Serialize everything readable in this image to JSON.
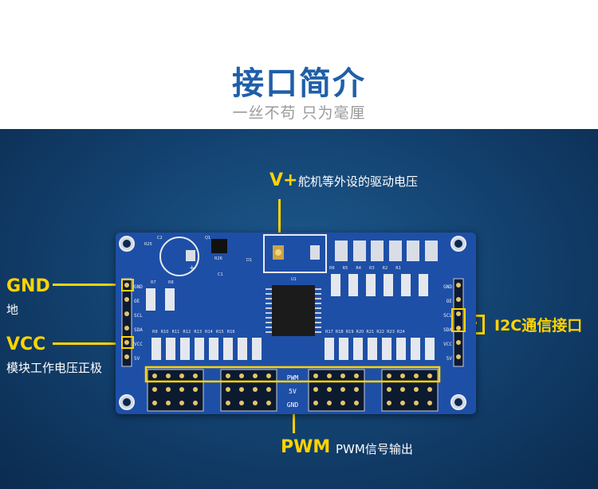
{
  "header": {
    "title": "接口简介",
    "subtitle": "一丝不苟 只为毫厘"
  },
  "annotations": {
    "vplus": {
      "title": "V+",
      "desc": "舵机等外设的驱动电压"
    },
    "gnd": {
      "title": "GND",
      "desc": "地"
    },
    "vcc": {
      "title": "VCC",
      "desc": "模块工作电压正极"
    },
    "i2c": {
      "title": "I2C通信接口"
    },
    "pwm": {
      "title": "PWM",
      "desc": "PWM信号输出"
    }
  },
  "board": {
    "left_pins": [
      "GND",
      "OE",
      "SCL",
      "SDA",
      "VCC",
      "5V"
    ],
    "right_pins": [
      "GND",
      "OE",
      "SCL",
      "SDA",
      "VCC",
      "5V"
    ],
    "row_labels": [
      "PWM",
      "5V",
      "GND"
    ],
    "top_resistors": [
      "R6",
      "R5",
      "R4",
      "R3",
      "R2",
      "R1"
    ],
    "left_resistors": [
      "R9",
      "R10",
      "R11",
      "R12",
      "R13",
      "R14",
      "R15",
      "R16"
    ],
    "right_resistors": [
      "R17",
      "R18",
      "R19",
      "R20",
      "R21",
      "R22",
      "R23",
      "R24"
    ],
    "parts": [
      "R25",
      "C2",
      "Q1",
      "R26",
      "D1",
      "C1",
      "R7",
      "R8",
      "U1",
      "+"
    ]
  },
  "colors": {
    "title": "#1f5fa8",
    "accent": "#ffd400",
    "board": "#1e4fa7",
    "panel": "#134472"
  }
}
